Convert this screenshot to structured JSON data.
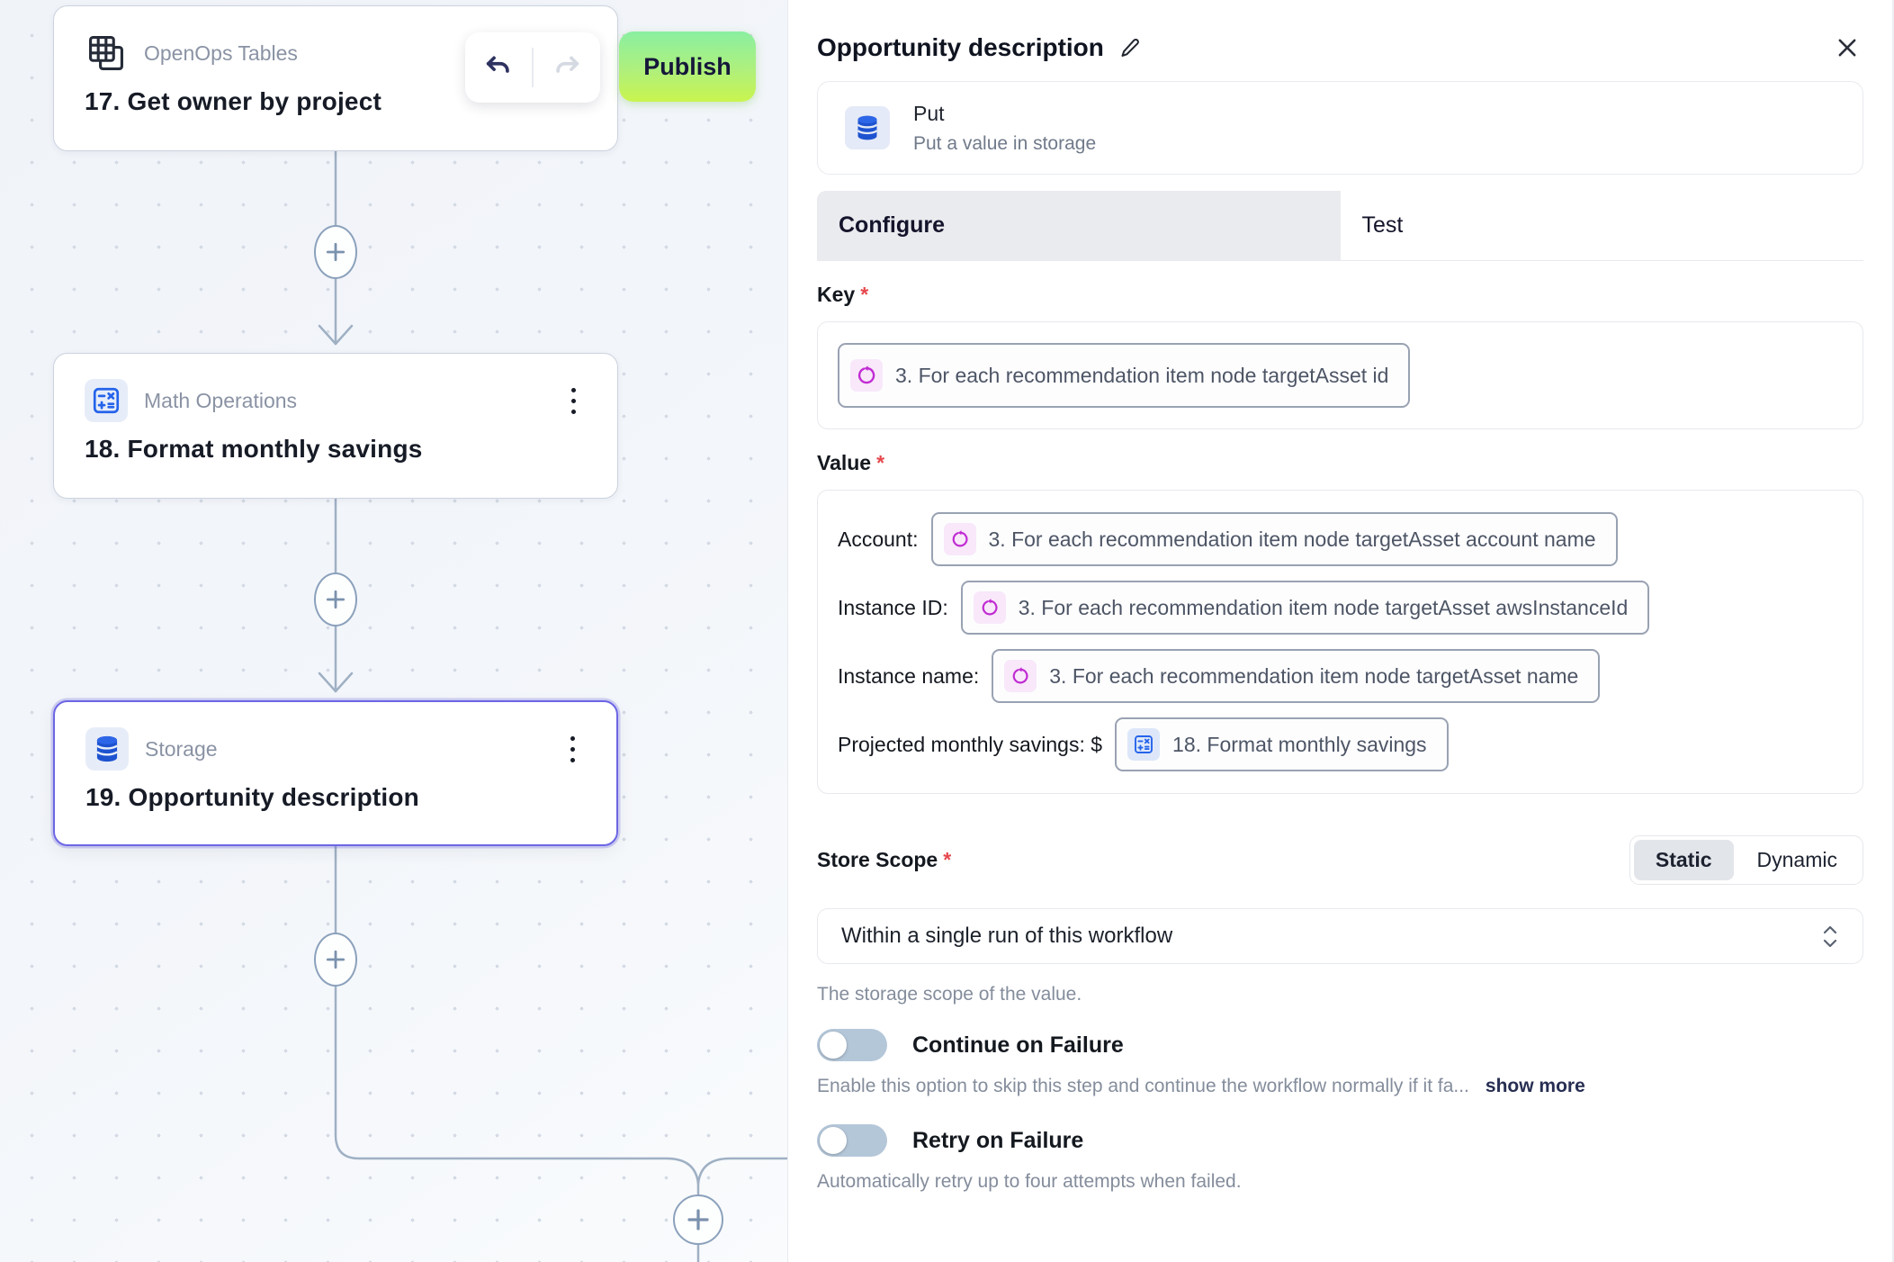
{
  "toolbar": {
    "publish_label": "Publish",
    "undo_icon": "undo-arrow",
    "redo_icon": "redo-arrow"
  },
  "canvas": {
    "nodes": [
      {
        "piece": "OpenOps Tables",
        "title": "17. Get owner by project",
        "icon": "tables-icon",
        "selected": false
      },
      {
        "piece": "Math Operations",
        "title": "18. Format monthly savings",
        "icon": "math-icon",
        "selected": false
      },
      {
        "piece": "Storage",
        "title": "19. Opportunity description",
        "icon": "database-icon",
        "selected": true
      }
    ],
    "add_step_buttons": 4
  },
  "panel": {
    "title": "Opportunity description",
    "action": {
      "name": "Put",
      "description": "Put a value in storage",
      "icon": "database-icon"
    },
    "tabs": [
      {
        "label": "Configure",
        "active": true
      },
      {
        "label": "Test",
        "active": false
      }
    ],
    "key_field": {
      "label": "Key",
      "token": {
        "icon": "loop-icon",
        "text": "3. For each recommendation item node targetAsset id"
      }
    },
    "value_field": {
      "label": "Value",
      "rows": [
        {
          "prefix": "Account:",
          "icon": "loop-icon",
          "token": "3. For each recommendation item node targetAsset account name"
        },
        {
          "prefix": "Instance ID:",
          "icon": "loop-icon",
          "token": "3. For each recommendation item node targetAsset awsInstanceId"
        },
        {
          "prefix": "Instance name:",
          "icon": "loop-icon",
          "token": "3. For each recommendation item node targetAsset name"
        },
        {
          "prefix": "Projected monthly savings: $",
          "icon": "math-icon",
          "token": "18. Format monthly savings"
        }
      ]
    },
    "store_scope": {
      "label": "Store Scope",
      "modes": [
        "Static",
        "Dynamic"
      ],
      "selected_mode": "Static",
      "value": "Within a single run of this workflow",
      "helper": "The storage scope of the value."
    },
    "continue_on_failure": {
      "label": "Continue on Failure",
      "enabled": false,
      "helper": "Enable this option to skip this step and continue the workflow normally if it fa...",
      "show_more": "show more"
    },
    "retry_on_failure": {
      "label": "Retry on Failure",
      "enabled": false,
      "helper": "Automatically retry up to four attempts when failed."
    }
  },
  "colors": {
    "selection_accent": "#6c66e4",
    "publish_gradient_top": "#8aefa1",
    "publish_gradient_bottom": "#c9f44e",
    "connector": "#9fb0c4",
    "loop_token_icon": "#c12bd3",
    "math_icon_blue": "#2563eb",
    "database_icon_blue": "#1e53d0",
    "toggle_off_track": "#b4c7d9",
    "required_asterisk": "#e5484d"
  }
}
